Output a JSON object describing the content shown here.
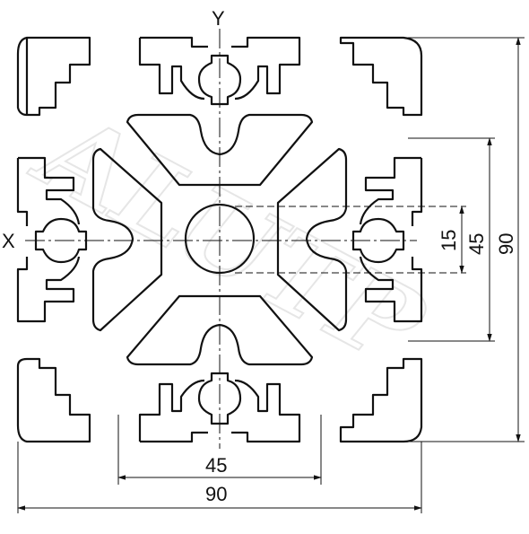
{
  "axes": {
    "y": "Y",
    "x": "X"
  },
  "dimensions": {
    "bottom_inner": "45",
    "bottom_outer": "90",
    "right_small": "15",
    "right_mid": "45",
    "right_outer": "90"
  },
  "watermark": "ALUTP"
}
